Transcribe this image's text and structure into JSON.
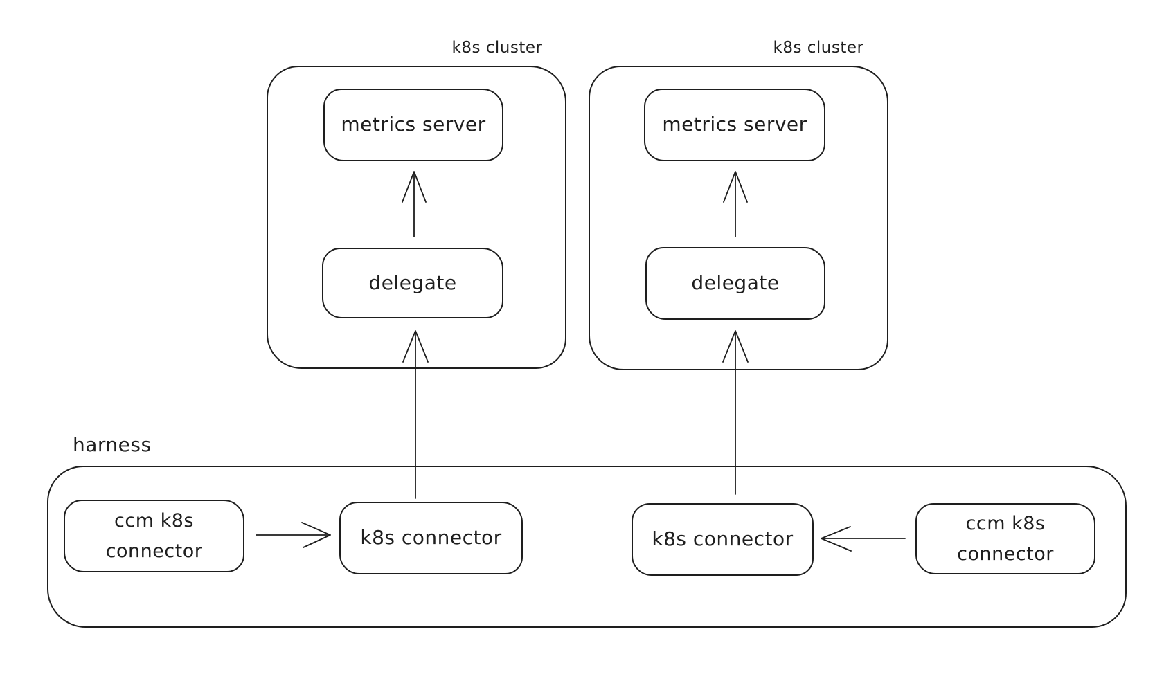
{
  "canvas": {
    "background": "#ffffff",
    "stroke_color": "#1e1e1e"
  },
  "clusters": [
    {
      "label": "k8s cluster",
      "metrics_server": "metrics server",
      "delegate": "delegate"
    },
    {
      "label": "k8s cluster",
      "metrics_server": "metrics server",
      "delegate": "delegate"
    }
  ],
  "harness": {
    "label": "harness",
    "left": {
      "ccm_connector": "ccm k8s connector",
      "k8s_connector": "k8s connector"
    },
    "right": {
      "ccm_connector": "ccm k8s connector",
      "k8s_connector": "k8s connector"
    }
  },
  "arrows": [
    {
      "name": "delegate-to-metrics-server-left",
      "direction": "up"
    },
    {
      "name": "delegate-to-metrics-server-right",
      "direction": "up"
    },
    {
      "name": "k8s-connector-to-delegate-left",
      "direction": "up"
    },
    {
      "name": "k8s-connector-to-delegate-right",
      "direction": "up"
    },
    {
      "name": "ccm-connector-to-k8s-connector-left",
      "direction": "right"
    },
    {
      "name": "ccm-connector-to-k8s-connector-right",
      "direction": "left"
    }
  ]
}
